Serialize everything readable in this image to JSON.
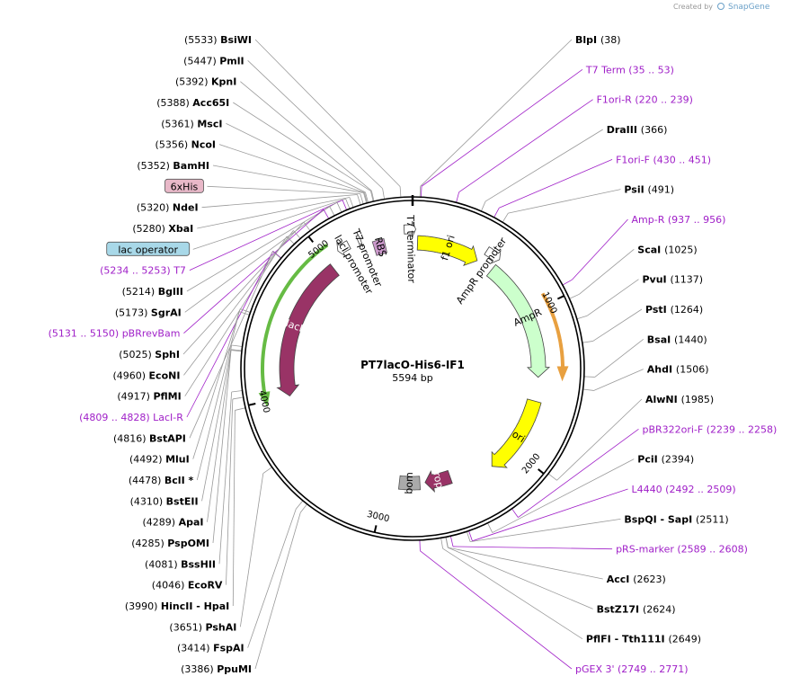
{
  "credit": {
    "prefix": "Created by",
    "brand": "SnapGene"
  },
  "plasmid": {
    "name": "PT7lacO-His6-IF1",
    "size_label": "5594 bp",
    "length": 5594
  },
  "ticks": [
    {
      "pos": 1000,
      "label": "1000"
    },
    {
      "pos": 2000,
      "label": "2000"
    },
    {
      "pos": 3000,
      "label": "3000"
    },
    {
      "pos": 4000,
      "label": "4000"
    },
    {
      "pos": 5000,
      "label": "5000"
    }
  ],
  "features": [
    {
      "name": "f1 ori",
      "label": "f1 ori",
      "start": 35,
      "end": 480,
      "dir": 1,
      "color": "#ffff00",
      "kind": "arrow"
    },
    {
      "name": "AmpR promoter",
      "label": "AmpR promoter",
      "start": 500,
      "end": 600,
      "dir": 1,
      "color": "#ffffff",
      "kind": "promoter"
    },
    {
      "name": "AmpR",
      "label": "AmpR",
      "start": 600,
      "end": 1460,
      "dir": 1,
      "color": "#ccffcc",
      "kind": "arrow"
    },
    {
      "name": "Amp-R primer",
      "label": "",
      "start": 937,
      "end": 1460,
      "dir": 1,
      "color": "#e8a040",
      "kind": "thin"
    },
    {
      "name": "ori",
      "label": "ori",
      "start": 1630,
      "end": 2190,
      "dir": 1,
      "color": "#ffff00",
      "kind": "arrow"
    },
    {
      "name": "rop",
      "label": "rop",
      "start": 2500,
      "end": 2700,
      "dir": 1,
      "color": "#993366",
      "kind": "arrow"
    },
    {
      "name": "bom",
      "label": "bom",
      "start": 2740,
      "end": 2900,
      "dir": 0,
      "color": "#aaaaaa",
      "kind": "box"
    },
    {
      "name": "lacI",
      "label": "lacI",
      "start": 4000,
      "end": 5000,
      "dir": -1,
      "color": "#993366",
      "kind": "arrow"
    },
    {
      "name": "lacI thin",
      "label": "",
      "start": 3980,
      "end": 5050,
      "dir": -1,
      "color": "#66bb44",
      "kind": "thin"
    },
    {
      "name": "lacI promoter",
      "label": "lacI promoter",
      "start": 5090,
      "end": 5170,
      "dir": -1,
      "color": "#ffffff",
      "kind": "promoter"
    },
    {
      "name": "T7 promoter",
      "label": "T7 promoter",
      "start": 5234,
      "end": 5253,
      "dir": 1,
      "color": "#ffffff",
      "kind": "promoter"
    },
    {
      "name": "RBS",
      "label": "RBS",
      "start": 5320,
      "end": 5400,
      "dir": 0,
      "color": "#cc99cc",
      "kind": "box"
    },
    {
      "name": "T7 terminator",
      "label": "T7 terminator",
      "start": 5540,
      "end": 20,
      "dir": 1,
      "color": "#ffffff",
      "kind": "promoter"
    }
  ],
  "sites": [
    {
      "text": "(38)",
      "name": "BlpI",
      "pos": 38,
      "color": "black"
    },
    {
      "text": "(35 .. 53)",
      "name": "T7 Term",
      "pos": 44,
      "color": "purple"
    },
    {
      "text": "(220 .. 239)",
      "name": "F1ori-R",
      "pos": 229,
      "color": "purple"
    },
    {
      "text": "(366)",
      "name": "DraIII",
      "pos": 366,
      "color": "black"
    },
    {
      "text": "(430 .. 451)",
      "name": "F1ori-F",
      "pos": 440,
      "color": "purple"
    },
    {
      "text": "(491)",
      "name": "PsiI",
      "pos": 491,
      "color": "black"
    },
    {
      "text": "(937 .. 956)",
      "name": "Amp-R",
      "pos": 946,
      "color": "purple"
    },
    {
      "text": "(1025)",
      "name": "ScaI",
      "pos": 1025,
      "color": "black"
    },
    {
      "text": "(1137)",
      "name": "PvuI",
      "pos": 1137,
      "color": "black"
    },
    {
      "text": "(1264)",
      "name": "PstI",
      "pos": 1264,
      "color": "black"
    },
    {
      "text": "(1440)",
      "name": "BsaI",
      "pos": 1440,
      "color": "black"
    },
    {
      "text": "(1506)",
      "name": "AhdI",
      "pos": 1506,
      "color": "black"
    },
    {
      "text": "(1985)",
      "name": "AlwNI",
      "pos": 1985,
      "color": "black"
    },
    {
      "text": "(2239 .. 2258)",
      "name": "pBR322ori-F",
      "pos": 2248,
      "color": "purple"
    },
    {
      "text": "(2394)",
      "name": "PciI",
      "pos": 2394,
      "color": "black"
    },
    {
      "text": "(2492 .. 2509)",
      "name": "L4440",
      "pos": 2500,
      "color": "purple"
    },
    {
      "text": "(2511)",
      "name": "BspQI - SapI",
      "pos": 2511,
      "color": "black"
    },
    {
      "text": "(2589 .. 2608)",
      "name": "pRS-marker",
      "pos": 2598,
      "color": "purple"
    },
    {
      "text": "(2623)",
      "name": "AccI",
      "pos": 2623,
      "color": "black"
    },
    {
      "text": "(2624)",
      "name": "BstZ17I",
      "pos": 2624,
      "color": "black"
    },
    {
      "text": "(2649)",
      "name": "PflFI - Tth111I",
      "pos": 2649,
      "color": "black"
    },
    {
      "text": "(2749 .. 2771)",
      "name": "pGEX 3'",
      "pos": 2760,
      "color": "purple"
    },
    {
      "text": "(3386)",
      "name": "PpuMI",
      "pos": 3386,
      "color": "black"
    },
    {
      "text": "(3414)",
      "name": "FspAI",
      "pos": 3414,
      "color": "black"
    },
    {
      "text": "(3651)",
      "name": "PshAI",
      "pos": 3651,
      "color": "black"
    },
    {
      "text": "(3990)",
      "name": "HincII - HpaI",
      "pos": 3990,
      "color": "black"
    },
    {
      "text": "(4046)",
      "name": "EcoRV",
      "pos": 4046,
      "color": "black"
    },
    {
      "text": "(4081)",
      "name": "BssHII",
      "pos": 4081,
      "color": "black"
    },
    {
      "text": "(4285)",
      "name": "PspOMI",
      "pos": 4285,
      "color": "black"
    },
    {
      "text": "(4289)",
      "name": "ApaI",
      "pos": 4289,
      "color": "black"
    },
    {
      "text": "(4310)",
      "name": "BstEII",
      "pos": 4310,
      "color": "black"
    },
    {
      "text": "(4478)",
      "name": "BclI *",
      "pos": 4478,
      "color": "black"
    },
    {
      "text": "(4492)",
      "name": "MluI",
      "pos": 4492,
      "color": "black"
    },
    {
      "text": "(4809 .. 4828)",
      "name": "LacI-R",
      "pos": 4818,
      "color": "purple"
    },
    {
      "text": "(4816)",
      "name": "BstAPI",
      "pos": 4816,
      "color": "black"
    },
    {
      "text": "(4917)",
      "name": "PflMI",
      "pos": 4917,
      "color": "black"
    },
    {
      "text": "(4960)",
      "name": "EcoNI",
      "pos": 4960,
      "color": "black"
    },
    {
      "text": "(5025)",
      "name": "SphI",
      "pos": 5025,
      "color": "black"
    },
    {
      "text": "(5131 .. 5150)",
      "name": "pBRrevBam",
      "pos": 5140,
      "color": "purple"
    },
    {
      "text": "(5173)",
      "name": "SgrAI",
      "pos": 5173,
      "color": "black"
    },
    {
      "text": "(5214)",
      "name": "BglII",
      "pos": 5214,
      "color": "black"
    },
    {
      "text": "(5234 .. 5253)",
      "name": "T7",
      "pos": 5243,
      "color": "purple"
    },
    {
      "text": "",
      "name": "lac operator",
      "pos": 5260,
      "color": "box-blue"
    },
    {
      "text": "(5280)",
      "name": "XbaI",
      "pos": 5280,
      "color": "black"
    },
    {
      "text": "(5320)",
      "name": "NdeI",
      "pos": 5320,
      "color": "black"
    },
    {
      "text": "",
      "name": "6xHis",
      "pos": 5335,
      "color": "box-pink"
    },
    {
      "text": "(5352)",
      "name": "BamHI",
      "pos": 5352,
      "color": "black"
    },
    {
      "text": "(5356)",
      "name": "NcoI",
      "pos": 5356,
      "color": "black"
    },
    {
      "text": "(5361)",
      "name": "MscI",
      "pos": 5361,
      "color": "black"
    },
    {
      "text": "(5388)",
      "name": "Acc65I",
      "pos": 5388,
      "color": "black"
    },
    {
      "text": "(5392)",
      "name": "KpnI",
      "pos": 5392,
      "color": "black"
    },
    {
      "text": "(5447)",
      "name": "PmlI",
      "pos": 5447,
      "color": "black"
    },
    {
      "text": "(5533)",
      "name": "BsiWI",
      "pos": 5533,
      "color": "black"
    }
  ],
  "colors": {
    "purple": "#a020c8",
    "backbone": "#000000",
    "leader": "#999999",
    "box_blue": "#a8d8e8",
    "box_pink": "#e8b8c8"
  }
}
